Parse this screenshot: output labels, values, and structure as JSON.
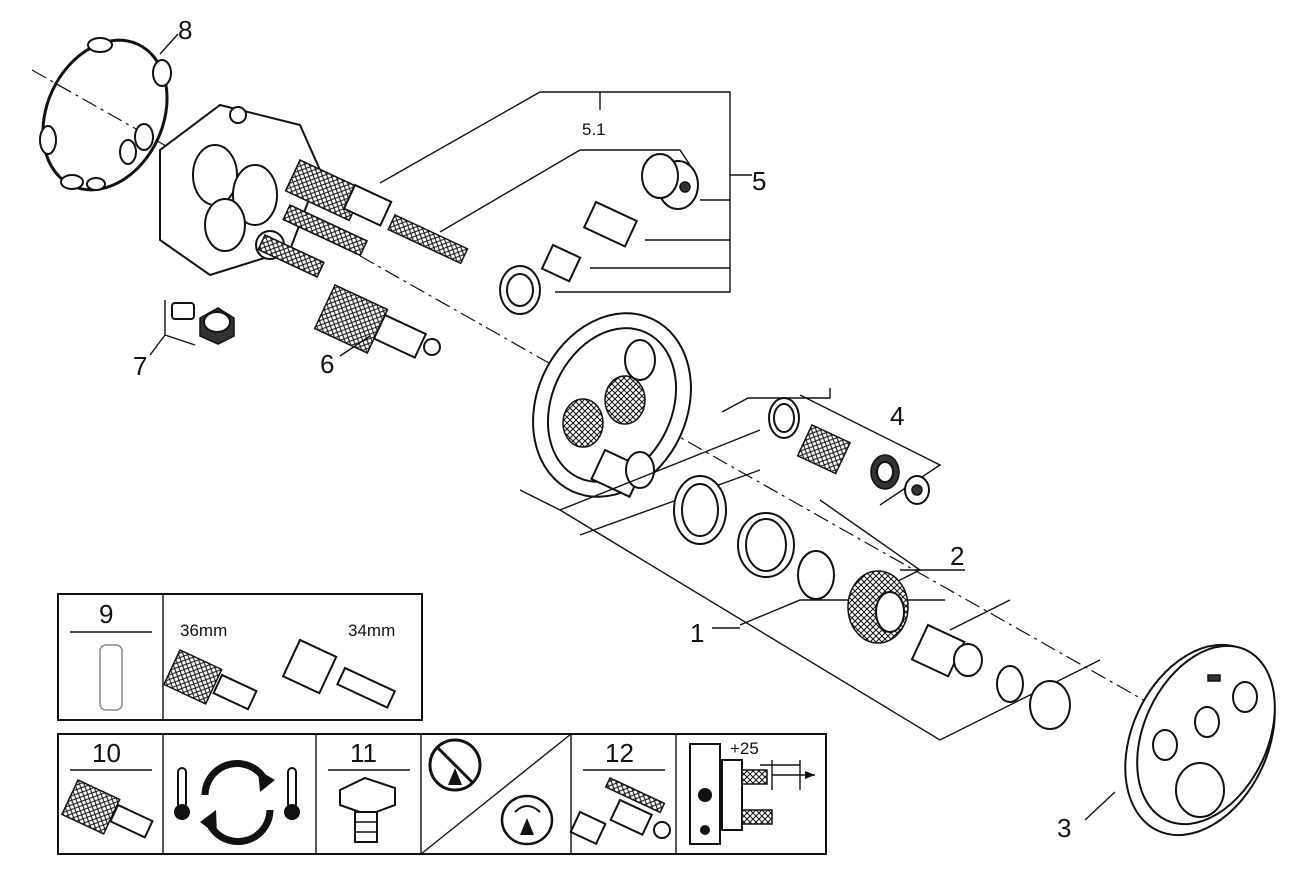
{
  "parts": {
    "p1": "1",
    "p2": "2",
    "p3": "3",
    "p4": "4",
    "p5": "5",
    "p5_1": "5.1",
    "p6": "6",
    "p7": "7",
    "p8": "8"
  },
  "legend": {
    "box9": {
      "number": "9",
      "size_a": "36mm",
      "size_b": "34mm"
    },
    "box10": {
      "number": "10"
    },
    "box11": {
      "number": "11"
    },
    "box12": {
      "number": "12",
      "offset": "+25"
    }
  }
}
